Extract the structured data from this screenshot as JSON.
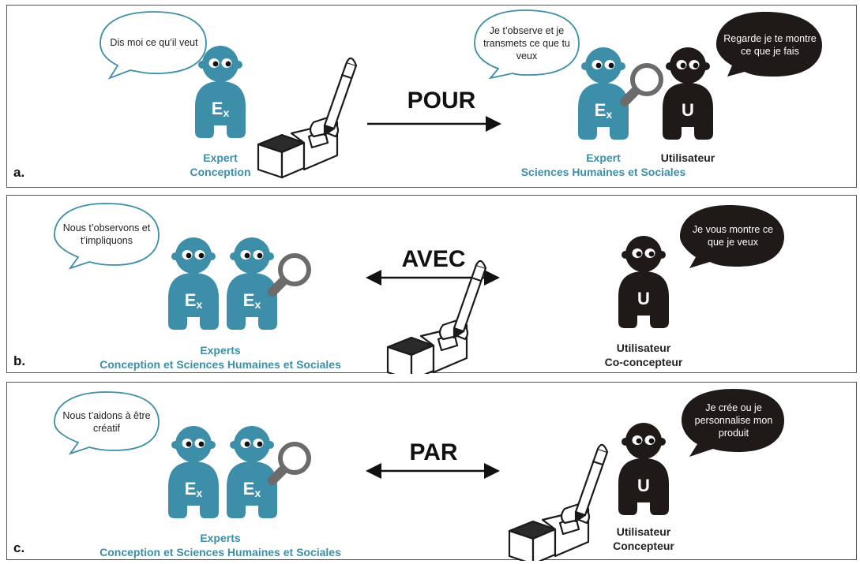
{
  "colors": {
    "expert": "#3d8ea8",
    "user": "#1f1a17",
    "bubble_border": "#3d8ea8",
    "bubble_dark": "#1f1a17"
  },
  "figures": {
    "expert_text": "E",
    "expert_sub": "x",
    "user_text": "U"
  },
  "panels": [
    {
      "letter": "a.",
      "title": "POUR",
      "left_bubble": "Dis moi ce qu’il veut",
      "left_label": [
        "Expert",
        "Conception"
      ],
      "right_bubble_expert": "Je t’observe et je transmets ce que tu veux",
      "right_bubble_user": "Regarde je te montre ce que je fais",
      "expert_label": [
        "Expert",
        "Sciences Humaines et Sociales"
      ],
      "user_label": [
        "Utilisateur"
      ]
    },
    {
      "letter": "b.",
      "title": "AVEC",
      "left_bubble": "Nous t’observons et t’impliquons",
      "experts_label": [
        "Experts",
        "Conception et Sciences Humaines et Sociales"
      ],
      "user_bubble": "Je vous montre ce que je veux",
      "user_label": [
        "Utilisateur",
        "Co-concepteur"
      ]
    },
    {
      "letter": "c.",
      "title": "PAR",
      "left_bubble": "Nous t’aidons à être créatif",
      "experts_label": [
        "Experts",
        "Conception et Sciences Humaines et Sociales"
      ],
      "user_bubble": "Je crée ou je personnalise mon produit",
      "user_label": [
        "Utilisateur",
        "Concepteur"
      ]
    }
  ]
}
